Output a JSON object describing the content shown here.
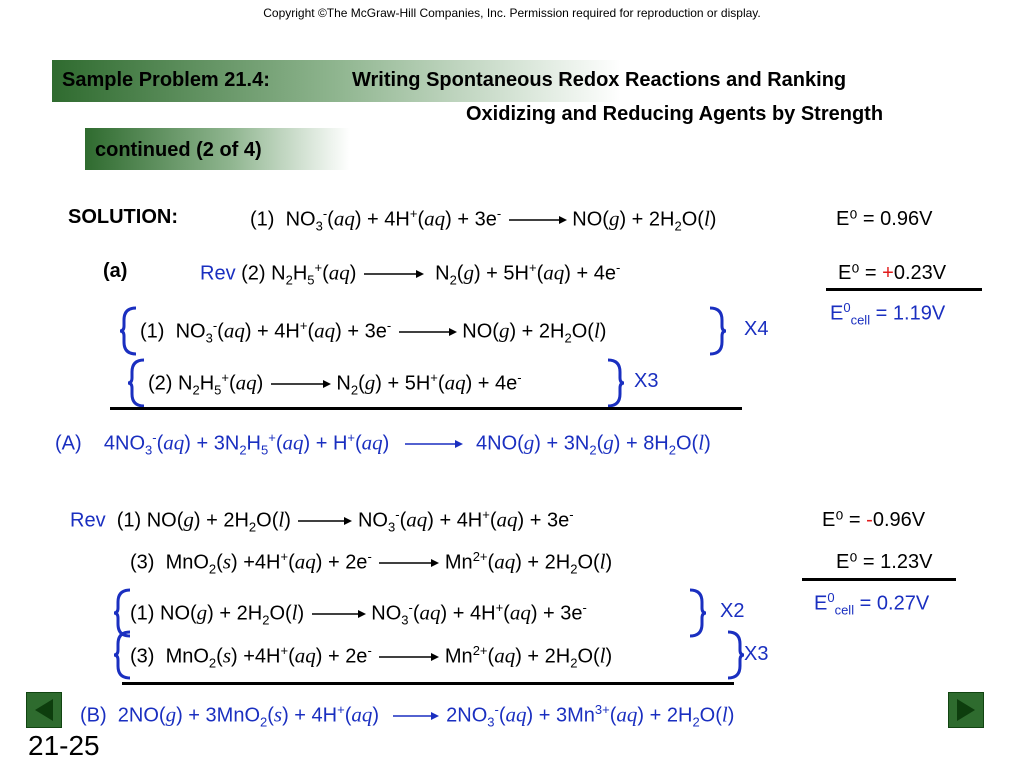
{
  "copyright": "Copyright ©The McGraw-Hill Companies, Inc.  Permission required for reproduction or display.",
  "header": {
    "label": "Sample Problem 21.4:",
    "title_line1": "Writing Spontaneous Redox Reactions and Ranking",
    "title_line2": "Oxidizing and Reducing Agents by Strength",
    "continued": "continued (2 of 4)"
  },
  "solution": {
    "label": "SOLUTION:",
    "eq1_num": "(1)",
    "eq1_e0": "E⁰ = 0.96V",
    "part_a_label": "(a)",
    "rev": "Rev",
    "eq2_num": "(2)",
    "e0_a_prefix": "E⁰ = ",
    "e0_a_sign": "+",
    "e0_a_value": "0.23V",
    "ecell_a": "= 1.19V",
    "x4": "X4",
    "x3a": "X3",
    "result_a_label": "(A)",
    "rev_b": "Rev",
    "eq_b1_num": "(1)",
    "e0_b1_prefix": "E⁰ = ",
    "e0_b1_sign": "-",
    "e0_b1_value": "0.96V",
    "eq_b3_num": "(3)",
    "e0_b3": "E⁰ = 1.23V",
    "ecell_b": "= 0.27V",
    "x2": "X2",
    "x3b": "X3",
    "result_b_label": "(B)"
  },
  "slide_number": "21-25",
  "nav": {
    "prev": "previous-slide",
    "next": "next-slide"
  }
}
